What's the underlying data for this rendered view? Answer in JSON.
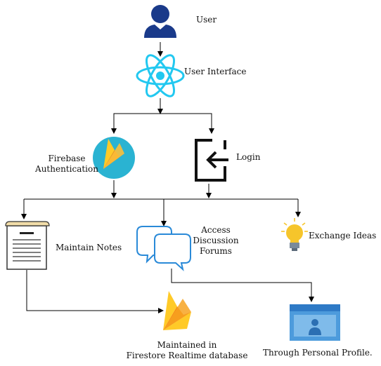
{
  "nodes": {
    "user": "User",
    "user_interface": "User Interface",
    "firebase_auth": [
      "Firebase",
      "Authentication"
    ],
    "login": "Login",
    "maintain_notes": "Maintain Notes",
    "discussion_forums": [
      "Access",
      "Discussion",
      "Forums"
    ],
    "exchange_ideas": "Exchange Ideas",
    "firestore": [
      "Maintained in",
      "Firestore Realtime database"
    ],
    "personal_profile": "Through Personal Profile."
  },
  "icons": {
    "user": "user-icon",
    "user_interface": "react-icon",
    "firebase_auth": "firebase-icon",
    "login": "login-icon",
    "maintain_notes": "document-icon",
    "discussion_forums": "chat-bubbles-icon",
    "exchange_ideas": "lightbulb-icon",
    "firestore": "firebase-icon",
    "personal_profile": "profile-card-icon"
  },
  "colors": {
    "user": "#1a3a8a",
    "react": "#22c8f0",
    "firebase_circle": "#2ab3d2",
    "firebase_orange": "#f5820d",
    "firebase_yellow": "#ffca28",
    "chat": "#2a8ad8",
    "bulb": "#f6c52b",
    "profile": "#4d9bdc",
    "connector": "#000000"
  }
}
